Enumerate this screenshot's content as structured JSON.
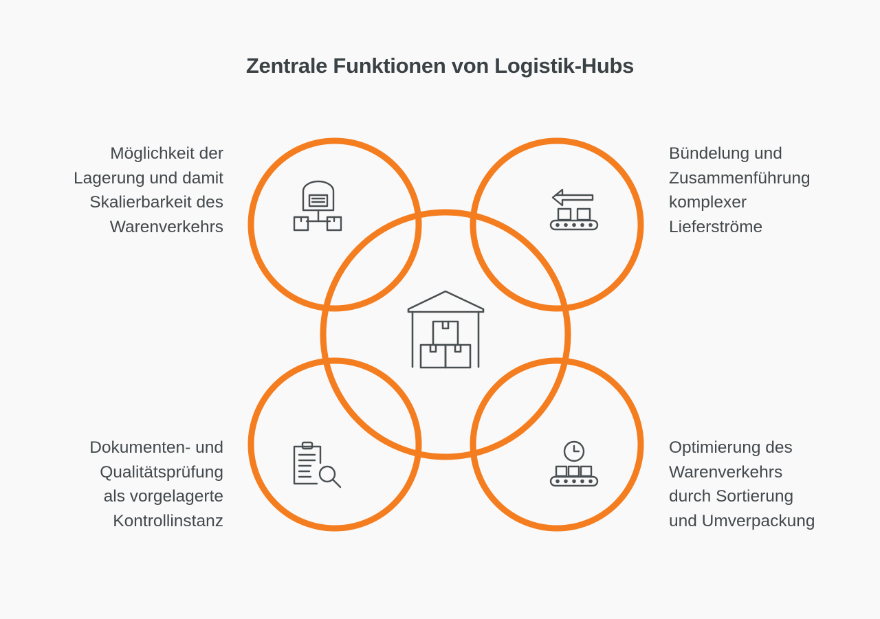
{
  "title": "Zentrale Funktionen von Logistik-Hubs",
  "colors": {
    "accent": "#f47d20",
    "icon": "#4a4f52",
    "text": "#42484b",
    "background": "#f9f9f9"
  },
  "center": {
    "icon": "warehouse-boxes-icon"
  },
  "functions": {
    "top_left": {
      "icon": "warehouse-distribution-icon",
      "lines": [
        "Möglichkeit der",
        "Lagerung und damit",
        "Skalierbarkeit des",
        "Warenverkehrs"
      ]
    },
    "top_right": {
      "icon": "conveyor-arrow-icon",
      "lines": [
        "Bündelung und",
        "Zusammenführung",
        "komplexer",
        "Lieferströme"
      ]
    },
    "bottom_left": {
      "icon": "document-search-icon",
      "lines": [
        "Dokumenten- und",
        "Qualitätsprüfung",
        "als vorgelagerte",
        "Kontrollinstanz"
      ]
    },
    "bottom_right": {
      "icon": "conveyor-clock-icon",
      "lines": [
        "Optimierung des",
        "Warenverkehrs",
        "durch Sortierung",
        "und Umverpackung"
      ]
    }
  }
}
